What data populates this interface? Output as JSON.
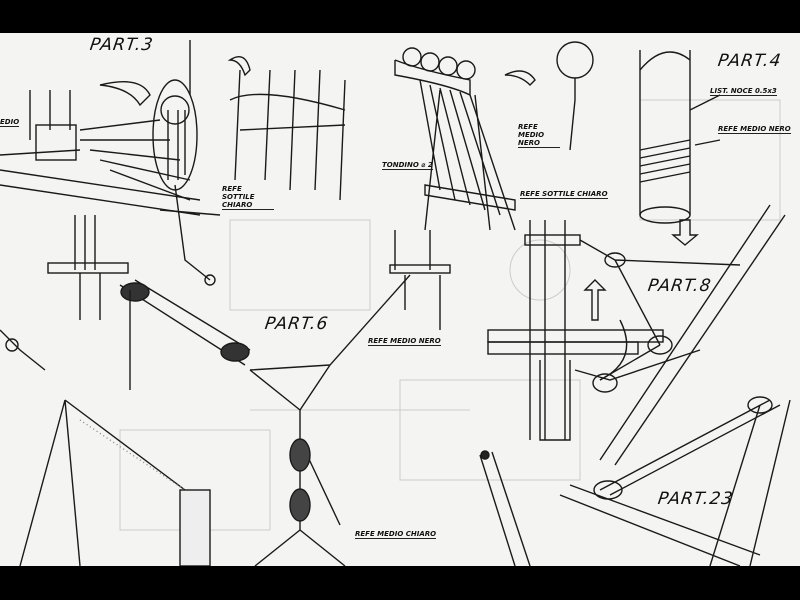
{
  "parts": {
    "part3": "PART.3",
    "part4": "PART.4",
    "part6": "PART.6",
    "part8": "PART.8",
    "part23": "PART.23"
  },
  "labels": {
    "medio_cut": "EDIO",
    "refe_sottile_chiaro_1": "REFE SOTTILE CHIARO",
    "refe_medio_nero_1": "REFE MEDIO NERO",
    "tondino": "TONDINO ⌀ 2",
    "refe_sottile_chiaro_2": "REFE SOTTILE CHIARO",
    "list_noce": "LIST. NOCE 0.5x3",
    "refe_medio_nero_2": "REFE MEDIO NERO",
    "refe_medio_nero_3": "REFE MEDIO NERO",
    "refe_medio_chiaro": "REFE MEDIO CHIARO"
  }
}
